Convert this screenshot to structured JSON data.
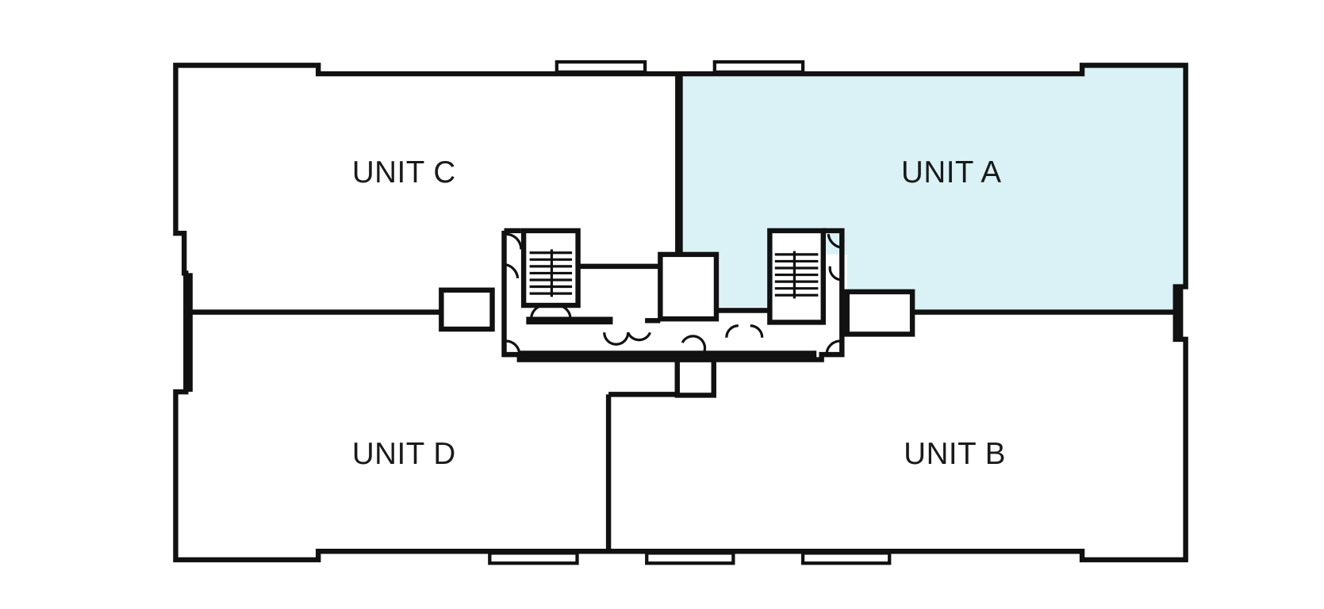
{
  "units": [
    {
      "id": "A",
      "label": "UNIT A",
      "highlighted": true
    },
    {
      "id": "B",
      "label": "UNIT B",
      "highlighted": false
    },
    {
      "id": "C",
      "label": "UNIT C",
      "highlighted": false
    },
    {
      "id": "D",
      "label": "UNIT D",
      "highlighted": false
    }
  ],
  "colors": {
    "highlight": "#daf2f5",
    "wall": "#111111"
  }
}
